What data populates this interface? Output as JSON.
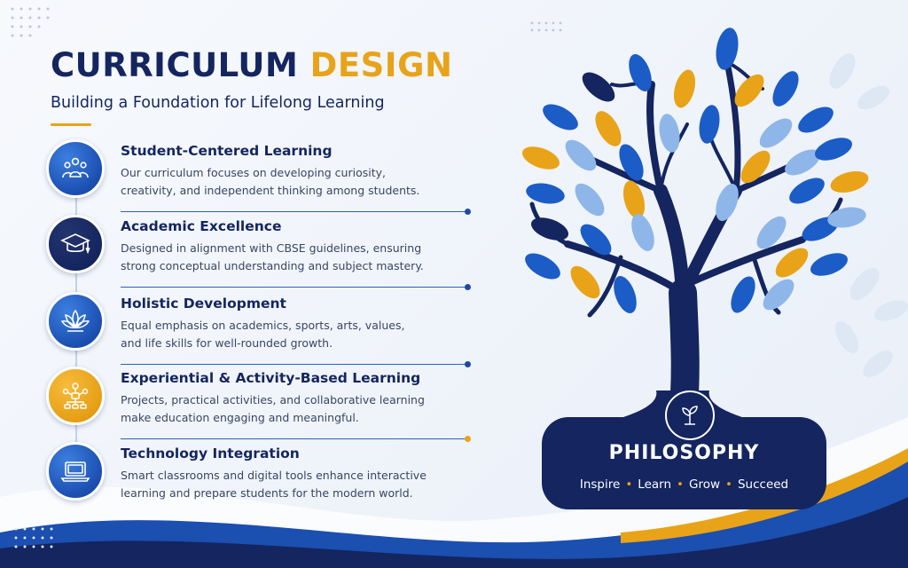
{
  "header": {
    "title_part1": "CURRICULUM",
    "title_part2": "DESIGN",
    "subtitle": "Building a Foundation for Lifelong Learning"
  },
  "items": [
    {
      "heading": "Student-Centered Learning",
      "desc_line1": "Our curriculum focuses on developing curiosity,",
      "desc_line2": "creativity, and independent thinking among students.",
      "icon": "students-group-icon"
    },
    {
      "heading": "Academic Excellence",
      "desc_line1": "Designed in alignment with CBSE guidelines, ensuring",
      "desc_line2": "strong conceptual understanding and subject mastery.",
      "icon": "graduation-cap-icon"
    },
    {
      "heading": "Holistic Development",
      "desc_line1": "Equal emphasis on academics, sports, arts, values,",
      "desc_line2": "and life skills for well-rounded growth.",
      "icon": "lotus-icon"
    },
    {
      "heading": "Experiential & Activity-Based Learning",
      "desc_line1": "Projects, practical activities, and collaborative learning",
      "desc_line2": "make education engaging and meaningful.",
      "icon": "network-nodes-icon"
    },
    {
      "heading": "Technology Integration",
      "desc_line1": "Smart classrooms and digital tools enhance interactive",
      "desc_line2": "learning and prepare students for the modern world.",
      "icon": "laptop-icon"
    }
  ],
  "philosophy": {
    "title": "PHILOSOPHY",
    "tagline": [
      "Inspire",
      "Learn",
      "Grow",
      "Succeed"
    ],
    "icon": "sprout-icon"
  },
  "colors": {
    "navy": "#14255f",
    "gold": "#e8a319",
    "blue": "#1b4fb0",
    "light_blue": "#8fb6e8"
  }
}
